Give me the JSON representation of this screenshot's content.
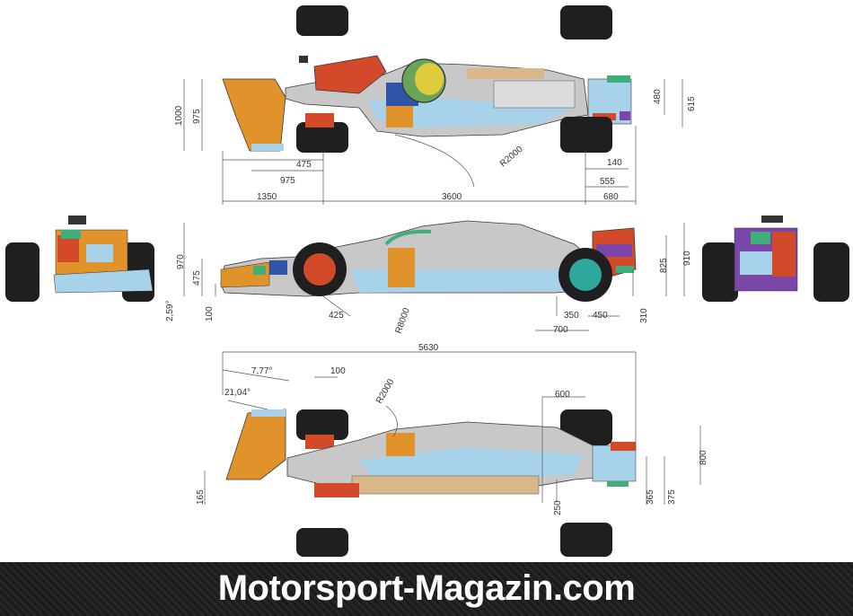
{
  "colors": {
    "tire": "#1f1f1f",
    "orange": "#e0932b",
    "red": "#d24a2a",
    "blue": "#2f54a8",
    "lightblue": "#a8d2ea",
    "grey": "#c8c8c8",
    "tan": "#d8b88a",
    "green": "#3fae7a",
    "purple": "#7a46a8",
    "yellow": "#f3d23a"
  },
  "dimensions": {
    "top": {
      "d1000": "1000",
      "d975a": "975",
      "d475": "475",
      "d975b": "975",
      "d1350": "1350",
      "d3600": "3600",
      "r2000": "R2000",
      "d140": "140",
      "d555": "555",
      "d680": "680",
      "d480": "480",
      "d615": "615"
    },
    "side": {
      "d970": "970",
      "d475": "475",
      "d100": "100",
      "d425": "425",
      "r8000": "R8000",
      "d350": "350",
      "d450": "450",
      "d700": "700",
      "d310": "310",
      "d825": "825",
      "d910": "910"
    },
    "front": {
      "a259": "2,59°"
    },
    "bottom": {
      "d5630": "5630",
      "a777": "7,77°",
      "a2104": "21,04°",
      "d100": "100",
      "r2000": "R2000",
      "d600": "600",
      "d165": "165",
      "d250": "250",
      "d365": "365",
      "d375": "375",
      "d800": "800"
    }
  },
  "footer": {
    "brand": "Motorsport-Magazin.com"
  }
}
